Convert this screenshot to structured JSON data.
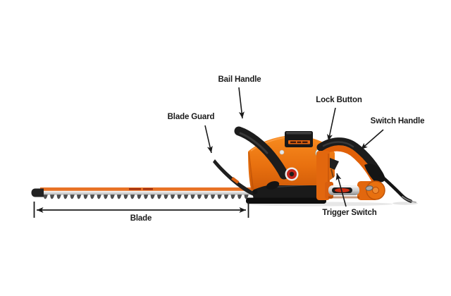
{
  "figure": {
    "subject": "Electric hedge trimmer labeled parts diagram",
    "labels": {
      "bail_handle": "Bail Handle",
      "lock_button": "Lock Button",
      "switch_handle": "Switch Handle",
      "blade_guard": "Blade Guard",
      "trigger_switch": "Trigger Switch",
      "blade": "Blade"
    },
    "colors": {
      "background": "#ffffff",
      "body_orange": "#e8700f",
      "handle_black": "#1c1c1c",
      "blade_silver": "#d9d9d9",
      "blade_stripe_orange": "#e87225",
      "hub_red": "#c3251c",
      "label_text": "#1a1a1a",
      "arrow": "#1a1a1a"
    }
  }
}
